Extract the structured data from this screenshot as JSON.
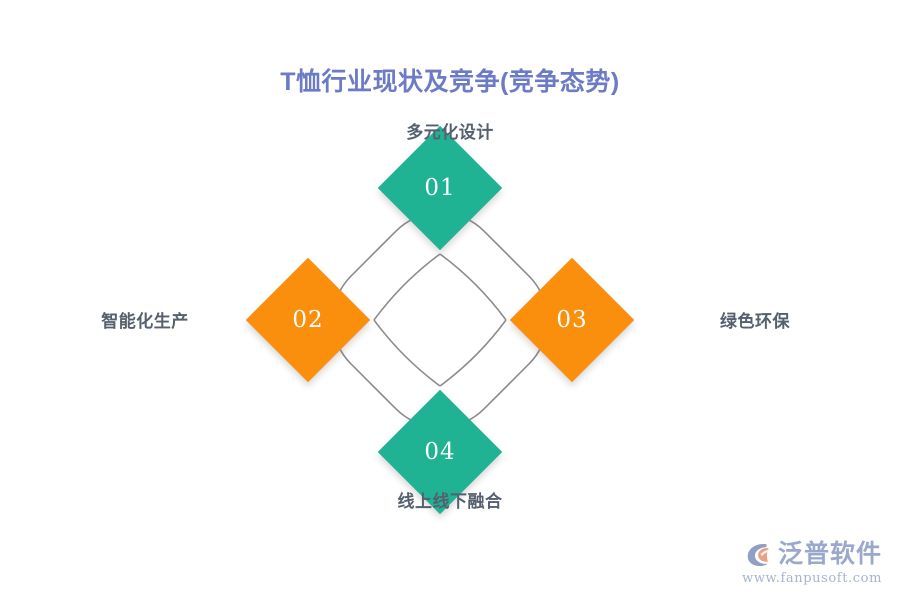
{
  "page": {
    "title": "T恤行业现状及竞争(竞争态势)",
    "title_color": "#6b7bc6",
    "background_color": "#ffffff"
  },
  "diagram": {
    "type": "four-petal-diamond-cycle",
    "outline_color": "#8c8c8c",
    "teal_color": "#1fb394",
    "orange_color": "#f98f0c",
    "nodes": [
      {
        "id": "01",
        "position": "top",
        "number": "01",
        "label": "多元化设计",
        "color": "#1fb394"
      },
      {
        "id": "02",
        "position": "left",
        "number": "02",
        "label": "智能化生产",
        "color": "#f98f0c"
      },
      {
        "id": "03",
        "position": "right",
        "number": "03",
        "label": "绿色环保",
        "color": "#f98f0c"
      },
      {
        "id": "04",
        "position": "bottom",
        "number": "04",
        "label": "线上线下融合",
        "color": "#1fb394"
      }
    ]
  },
  "watermark": {
    "brand": "泛普软件",
    "url": "www.fanpusoft.com",
    "mark_color": "#8fa0c4",
    "mark_accent_color": "#e8a184"
  }
}
